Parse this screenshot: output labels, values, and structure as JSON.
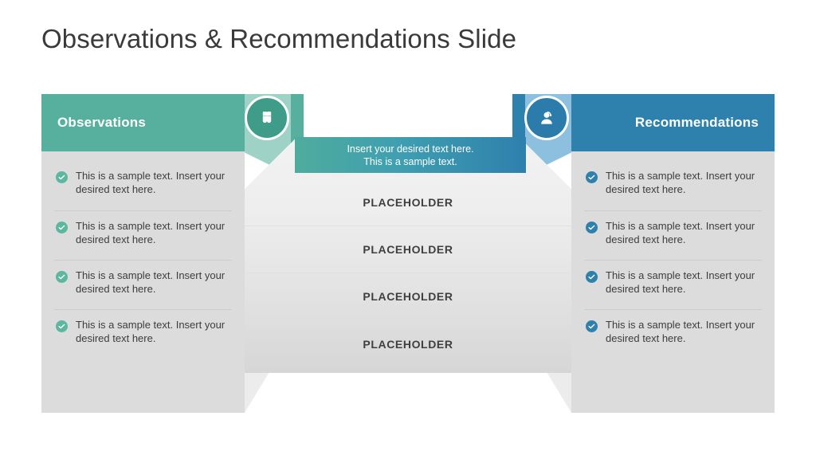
{
  "slide": {
    "title": "Observations & Recommendations Slide"
  },
  "left_panel": {
    "header_label": "Observations",
    "icon": "binoculars-icon",
    "header_color": "#57b09e",
    "fold_color": "#9fd2c6",
    "badge_color": "#3f9c88",
    "check_color": "#5cb79f",
    "items": [
      {
        "text": "This is a sample text. Insert your desired text here."
      },
      {
        "text": "This is a sample text. Insert your desired text here."
      },
      {
        "text": "This is a sample text. Insert your desired text here."
      },
      {
        "text": "This is a sample text. Insert your desired text here."
      }
    ]
  },
  "right_panel": {
    "header_label": "Recommendations",
    "icon": "support-agent-icon",
    "header_color": "#2e80ad",
    "fold_color": "#8cc0de",
    "badge_color": "#2b7caa",
    "check_color": "#2e80ad",
    "items": [
      {
        "text": "This is a sample text. Insert your desired text here."
      },
      {
        "text": "This is a sample text. Insert your desired text here."
      },
      {
        "text": "This is a sample text. Insert your desired text here."
      },
      {
        "text": "This is a sample text. Insert your desired text here."
      }
    ]
  },
  "center": {
    "banner_line_1": "Insert your desired text here.",
    "banner_line_2": "This is a sample text.",
    "banner_gradient_from": "#4eac9d",
    "banner_gradient_to": "#2e80ad",
    "placeholders": [
      {
        "label": "PLACEHOLDER"
      },
      {
        "label": "PLACEHOLDER"
      },
      {
        "label": "PLACEHOLDER"
      },
      {
        "label": "PLACEHOLDER"
      }
    ]
  }
}
